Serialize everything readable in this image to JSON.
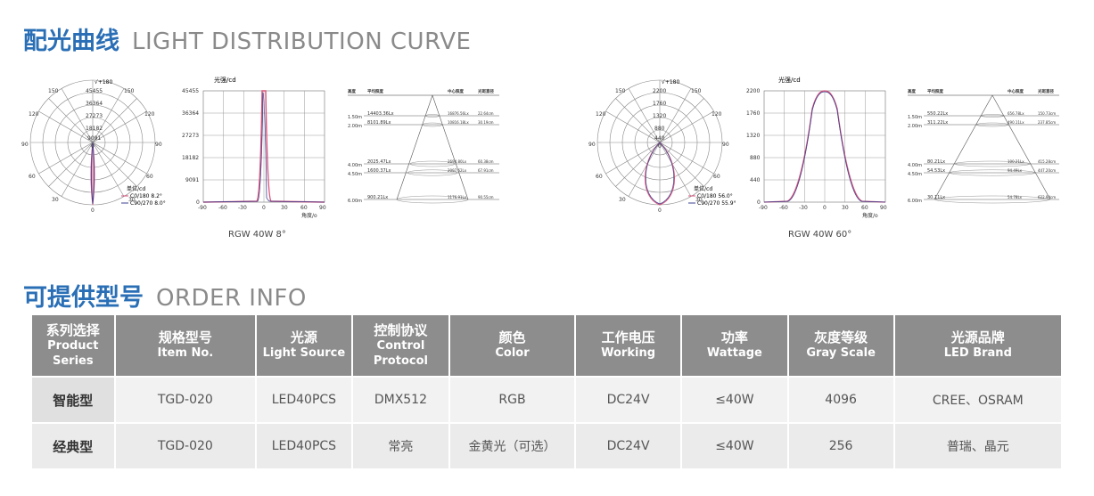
{
  "curve_section": {
    "title_cn": "配光曲线",
    "title_en": "LIGHT DISTRIBUTION CURVE"
  },
  "order_section": {
    "title_cn": "可提供型号",
    "title_en": "ORDER INFO"
  },
  "products": [
    {
      "caption": "RGW  40W  8°",
      "polar": {
        "top_label": "√+180",
        "max_labels": [
          "45455",
          "36364",
          "27273",
          "18182",
          "9091",
          "0"
        ],
        "angle_labels": [
          "150",
          "150",
          "120",
          "120",
          "90",
          "90",
          "60",
          "60",
          "30",
          "30",
          "0"
        ],
        "unit": "单位/cd",
        "legend": [
          "C0/180  8.2°",
          "C90/270  8.0°"
        ]
      },
      "cartesian": {
        "ylabel": "光强/cd",
        "xlabel": "角度/o",
        "yticks": [
          "45455",
          "36364",
          "27273",
          "18182",
          "9091",
          "0"
        ],
        "xticks": [
          "-90",
          "-60",
          "-30",
          "0",
          "30",
          "60",
          "90"
        ]
      },
      "beam": {
        "headers": [
          "高度",
          "平均照度",
          "中心照度",
          "光斑直径"
        ],
        "rows": [
          {
            "h": "1.50m",
            "avg": "14403.36Lx",
            "center": "16876.56Lx",
            "dia": "22.64cm"
          },
          {
            "h": "2.00m",
            "avg": "8101.89Lx",
            "center": "10816.18Lx",
            "dia": "30.19cm"
          },
          {
            "h": "4.00m",
            "avg": "2025.47Lx",
            "center": "2694.80Lx",
            "dia": "60.38cm"
          },
          {
            "h": "4.50m",
            "avg": "1600.37Lx",
            "center": "2097.62Lx",
            "dia": "67.91cm"
          },
          {
            "h": "6.00m",
            "avg": "900.21Lx",
            "center": "1176.91Lx",
            "dia": "90.55cm"
          }
        ]
      }
    },
    {
      "caption": "RGW  40W  60°",
      "polar": {
        "top_label": "√+180",
        "max_labels": [
          "2200",
          "1760",
          "1320",
          "880",
          "440",
          "0"
        ],
        "angle_labels": [
          "150",
          "150",
          "120",
          "120",
          "90",
          "90",
          "60",
          "60",
          "30",
          "30",
          "0"
        ],
        "unit": "单位/cd",
        "legend": [
          "C0/180  56.0°",
          "C90/270  55.9°"
        ]
      },
      "cartesian": {
        "ylabel": "光强/cd",
        "xlabel": "角度/o",
        "yticks": [
          "2200",
          "1760",
          "1320",
          "880",
          "440",
          "0"
        ],
        "xticks": [
          "-90",
          "-60",
          "-30",
          "0",
          "30",
          "60",
          "90"
        ]
      },
      "beam": {
        "headers": [
          "高度",
          "平均照度",
          "中心照度",
          "光斑直径"
        ],
        "rows": [
          {
            "h": "1.50m",
            "avg": "550.22Lx",
            "center": "656.78Lx",
            "dia": "150.73cm"
          },
          {
            "h": "2.00m",
            "avg": "311.22Lx",
            "center": "490.11Lx",
            "dia": "237.85cm"
          },
          {
            "h": "4.00m",
            "avg": "80.21Lx",
            "center": "100.21Lx",
            "dia": "415.28cm"
          },
          {
            "h": "4.50m",
            "avg": "54.53Lx",
            "center": "94.49Lx",
            "dia": "447.20cm"
          },
          {
            "h": "6.00m",
            "avg": "30.11Lx",
            "center": "54.78Lx",
            "dia": "622.94cm"
          }
        ]
      }
    }
  ],
  "table": {
    "headers": [
      {
        "cn": "系列选择",
        "en": "Product Series"
      },
      {
        "cn": "规格型号",
        "en": "Item No."
      },
      {
        "cn": "光源",
        "en": "Light Source"
      },
      {
        "cn": "控制协议",
        "en": "Control Protocol"
      },
      {
        "cn": "颜色",
        "en": "Color"
      },
      {
        "cn": "工作电压",
        "en": "Working"
      },
      {
        "cn": "功率",
        "en": "Wattage"
      },
      {
        "cn": "灰度等级",
        "en": "Gray Scale"
      },
      {
        "cn": "光源品牌",
        "en": "LED Brand"
      }
    ],
    "rows": [
      [
        "智能型",
        "TGD-020",
        "LED40PCS",
        "DMX512",
        "RGB",
        "DC24V",
        "≤40W",
        "4096",
        "CREE、OSRAM"
      ],
      [
        "经典型",
        "TGD-020",
        "LED40PCS",
        "常亮",
        "金黄光（可选）",
        "DC24V",
        "≤40W",
        "256",
        "普瑞、晶元"
      ]
    ]
  },
  "colors": {
    "title_blue": "#2a6fb6",
    "header_gray": "#8d8d8d",
    "curve_c0": "#d9527a",
    "curve_c90": "#3b3f8f"
  }
}
